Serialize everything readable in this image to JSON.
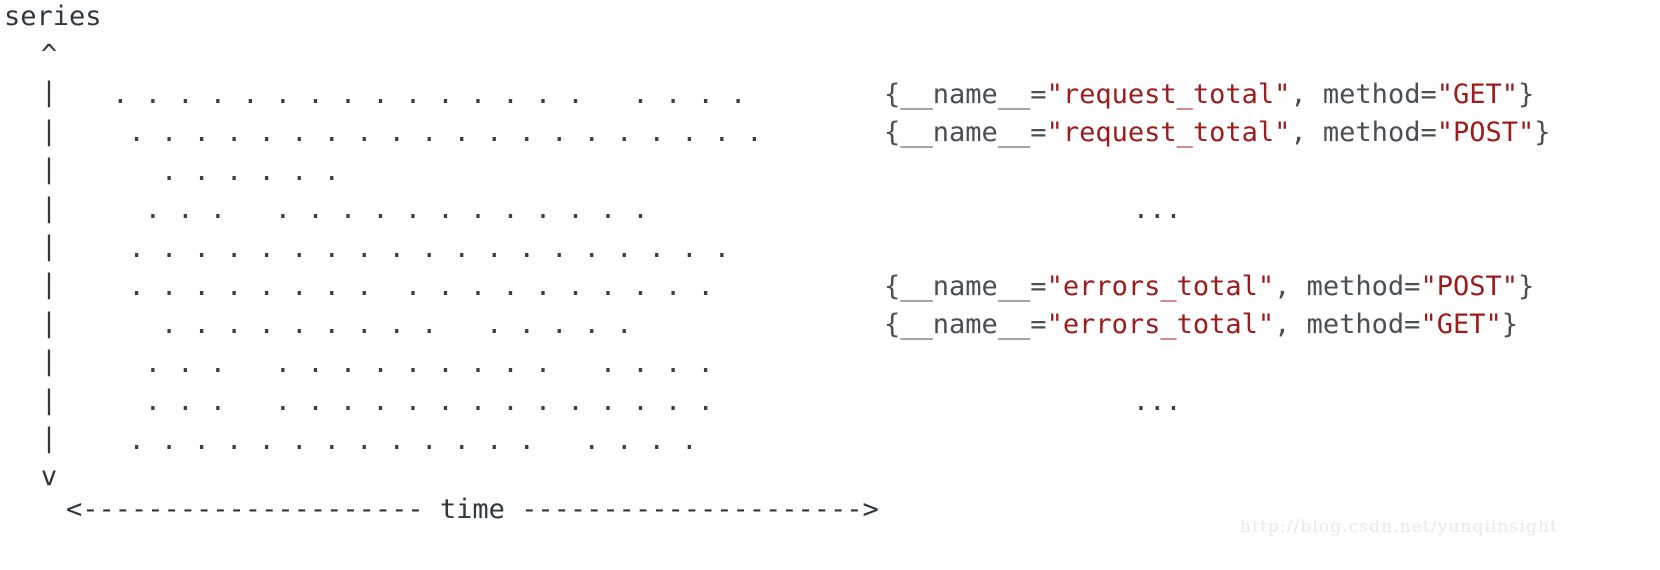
{
  "diagram": {
    "title": "series",
    "y_axis": {
      "arrow_up": "^",
      "bar": "|",
      "bar_count": 10,
      "arrow_down": "v"
    },
    "x_axis": {
      "label": "time",
      "left_arrow": "<",
      "right_arrow": ">",
      "dash": "-",
      "left_dashes": 21,
      "right_dashes": 21,
      "full": "<--------------------- time --------------------->"
    },
    "grid": {
      "dot": ".",
      "rows": [
        " . . . . . . . . . . . . . . .   . . . .",
        "  . . . . . . . . . . . . . . . . . . . .",
        "    . . . . . .",
        "   . . .   . . . . . . . . . . . .",
        "  . . . . . . . . . . . . . . . . . . .",
        "  . . . . . . . .  . . . . . . . . . .",
        "    . . . . . . . . .   . . . . .",
        "   . . .   . . . . . . . . .   . . . .",
        "   . . .   . . . . . . . . . . . . . .",
        "  . . . . . . . . . . . . .   . . . ."
      ]
    },
    "series_labels": [
      {
        "type": "series",
        "prefix": "{__name__=",
        "metric": "\"request_total\"",
        "sep": ", method=",
        "method": "\"GET\"",
        "suffix": "}"
      },
      {
        "type": "series",
        "prefix": "{__name__=",
        "metric": "\"request_total\"",
        "sep": ", method=",
        "method": "\"POST\"",
        "suffix": "}"
      },
      {
        "type": "blank"
      },
      {
        "type": "ellipsis",
        "text": "..."
      },
      {
        "type": "blank"
      },
      {
        "type": "series",
        "prefix": "{__name__=",
        "metric": "\"errors_total\"",
        "sep": ", method=",
        "method": "\"POST\"",
        "suffix": "}"
      },
      {
        "type": "series",
        "prefix": "{__name__=",
        "metric": "\"errors_total\"",
        "sep": ", method=",
        "method": "\"GET\"",
        "suffix": "}"
      },
      {
        "type": "blank"
      },
      {
        "type": "ellipsis",
        "text": "..."
      },
      {
        "type": "blank"
      }
    ]
  },
  "watermark": {
    "text": "http://blog.csdn.net/yunqiinsight"
  },
  "colors": {
    "text": "#3a3f46",
    "string_literal": "#9e1b1b",
    "background": "#ffffff",
    "watermark": "#e9e9ea"
  }
}
